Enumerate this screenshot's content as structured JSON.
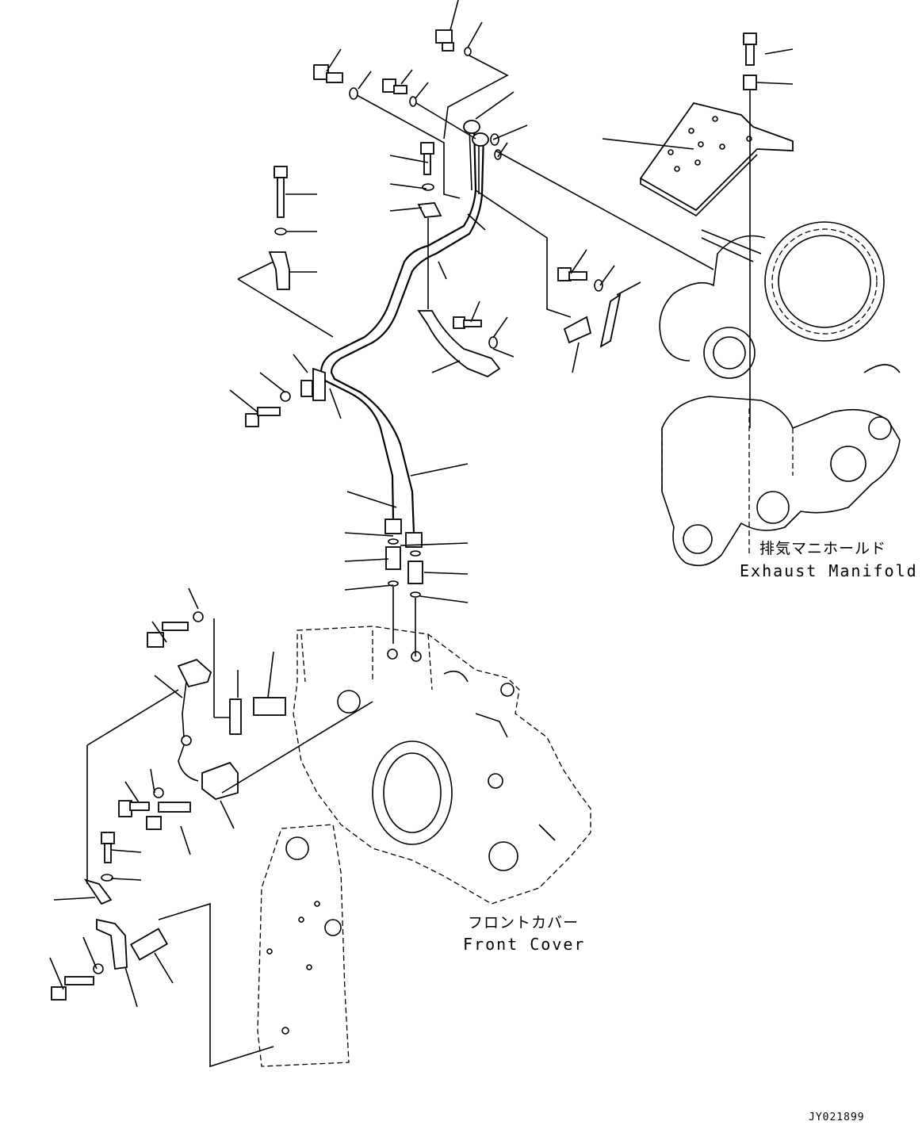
{
  "labels": {
    "exhaust_manifold_jp": "排気マニホールド",
    "exhaust_manifold_en": "Exhaust Manifold",
    "front_cover_jp": "フロントカバー",
    "front_cover_en": "Front Cover",
    "drawing_code": "JY021899"
  },
  "colors": {
    "line": "#000000",
    "background": "#ffffff"
  }
}
